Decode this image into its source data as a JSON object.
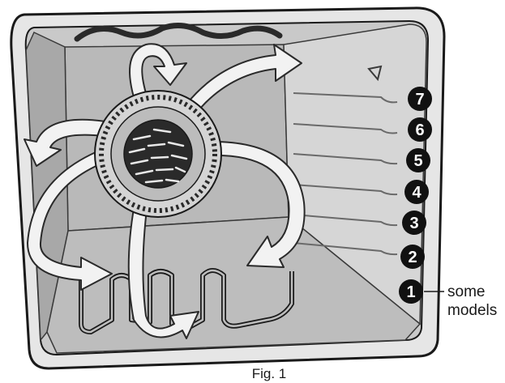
{
  "figure": {
    "caption": "Fig. 1",
    "note_lines": [
      "some",
      "models"
    ]
  },
  "rack_positions": [
    {
      "label": "7"
    },
    {
      "label": "6"
    },
    {
      "label": "5"
    },
    {
      "label": "4"
    },
    {
      "label": "3"
    },
    {
      "label": "2"
    },
    {
      "label": "1",
      "note": true
    }
  ],
  "colors": {
    "outline": "#1a1a1a",
    "cavity": "#c9c9c9",
    "wall_dark": "#9c9c9c",
    "frame": "#e6e6e6",
    "arrow_fill": "#f2f2f2",
    "badge": "#111111"
  },
  "icons": [
    "convection-fan-icon",
    "airflow-arrow-icon",
    "heating-element-icon"
  ]
}
